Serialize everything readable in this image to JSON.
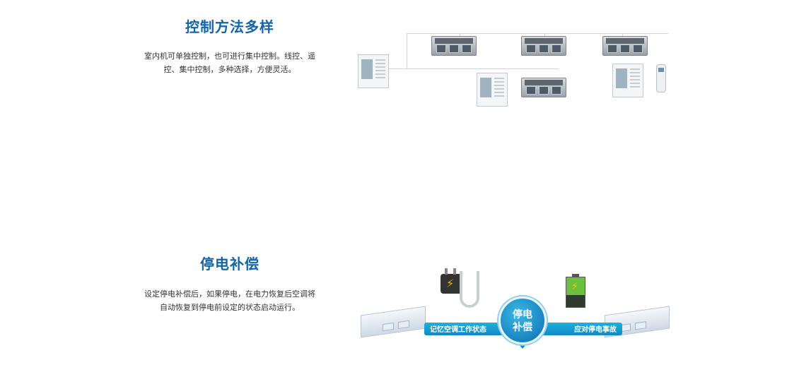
{
  "features": [
    {
      "title": "控制方法多样",
      "description_line1": "室内机可单独控制，也可进行集中控制。线控、遥",
      "description_line2": "控、集中控制，多种选择，方便灵活。"
    },
    {
      "title": "停电补偿",
      "description_line1": "设定停电补偿后，如果停电，在电力恢复后空调将",
      "description_line2": "自动恢复到停电前设定的状态启动运行。",
      "banner_left": "记忆空调工作状态",
      "banner_right": "应对停电事故",
      "badge_line1": "停电",
      "badge_line2": "补偿"
    }
  ],
  "colors": {
    "accent": "#1565a6",
    "banner": "#1cb1dd",
    "text": "#333333"
  }
}
